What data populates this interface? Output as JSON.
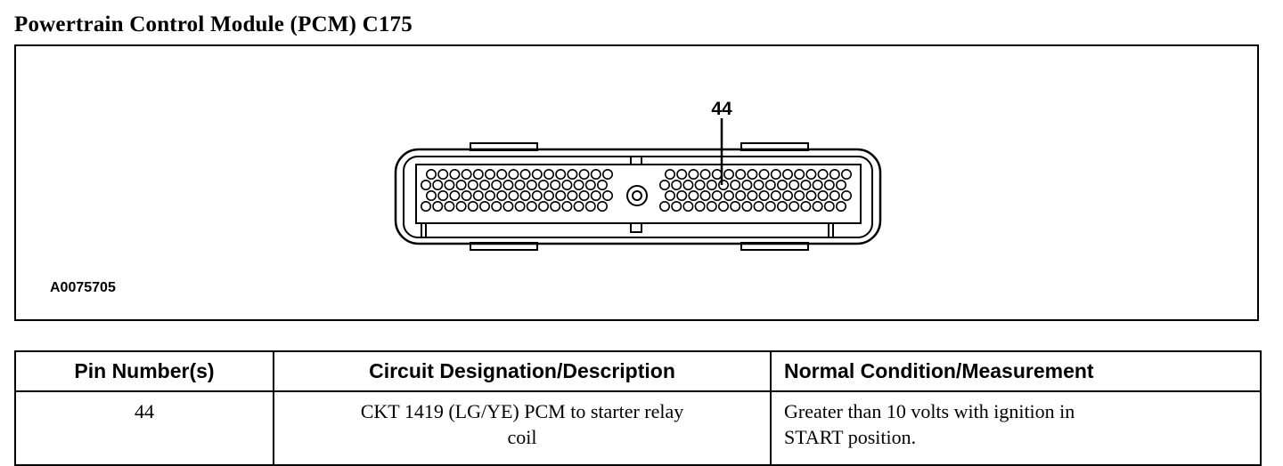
{
  "document": {
    "title": "Powertrain Control Module (PCM) C175"
  },
  "figure": {
    "figure_id": "A0075705",
    "callout_pin": "44"
  },
  "pin_table": {
    "headers": {
      "pin": "Pin Number(s)",
      "circuit": "Circuit Designation/Description",
      "condition": "Normal Condition/Measurement"
    },
    "rows": [
      {
        "pin": "44",
        "circuit_line1": "CKT 1419 (LG/YE) PCM to starter relay",
        "circuit_line2": "coil",
        "condition_line1": "Greater than 10 volts with ignition in",
        "condition_line2": "START position."
      }
    ]
  }
}
